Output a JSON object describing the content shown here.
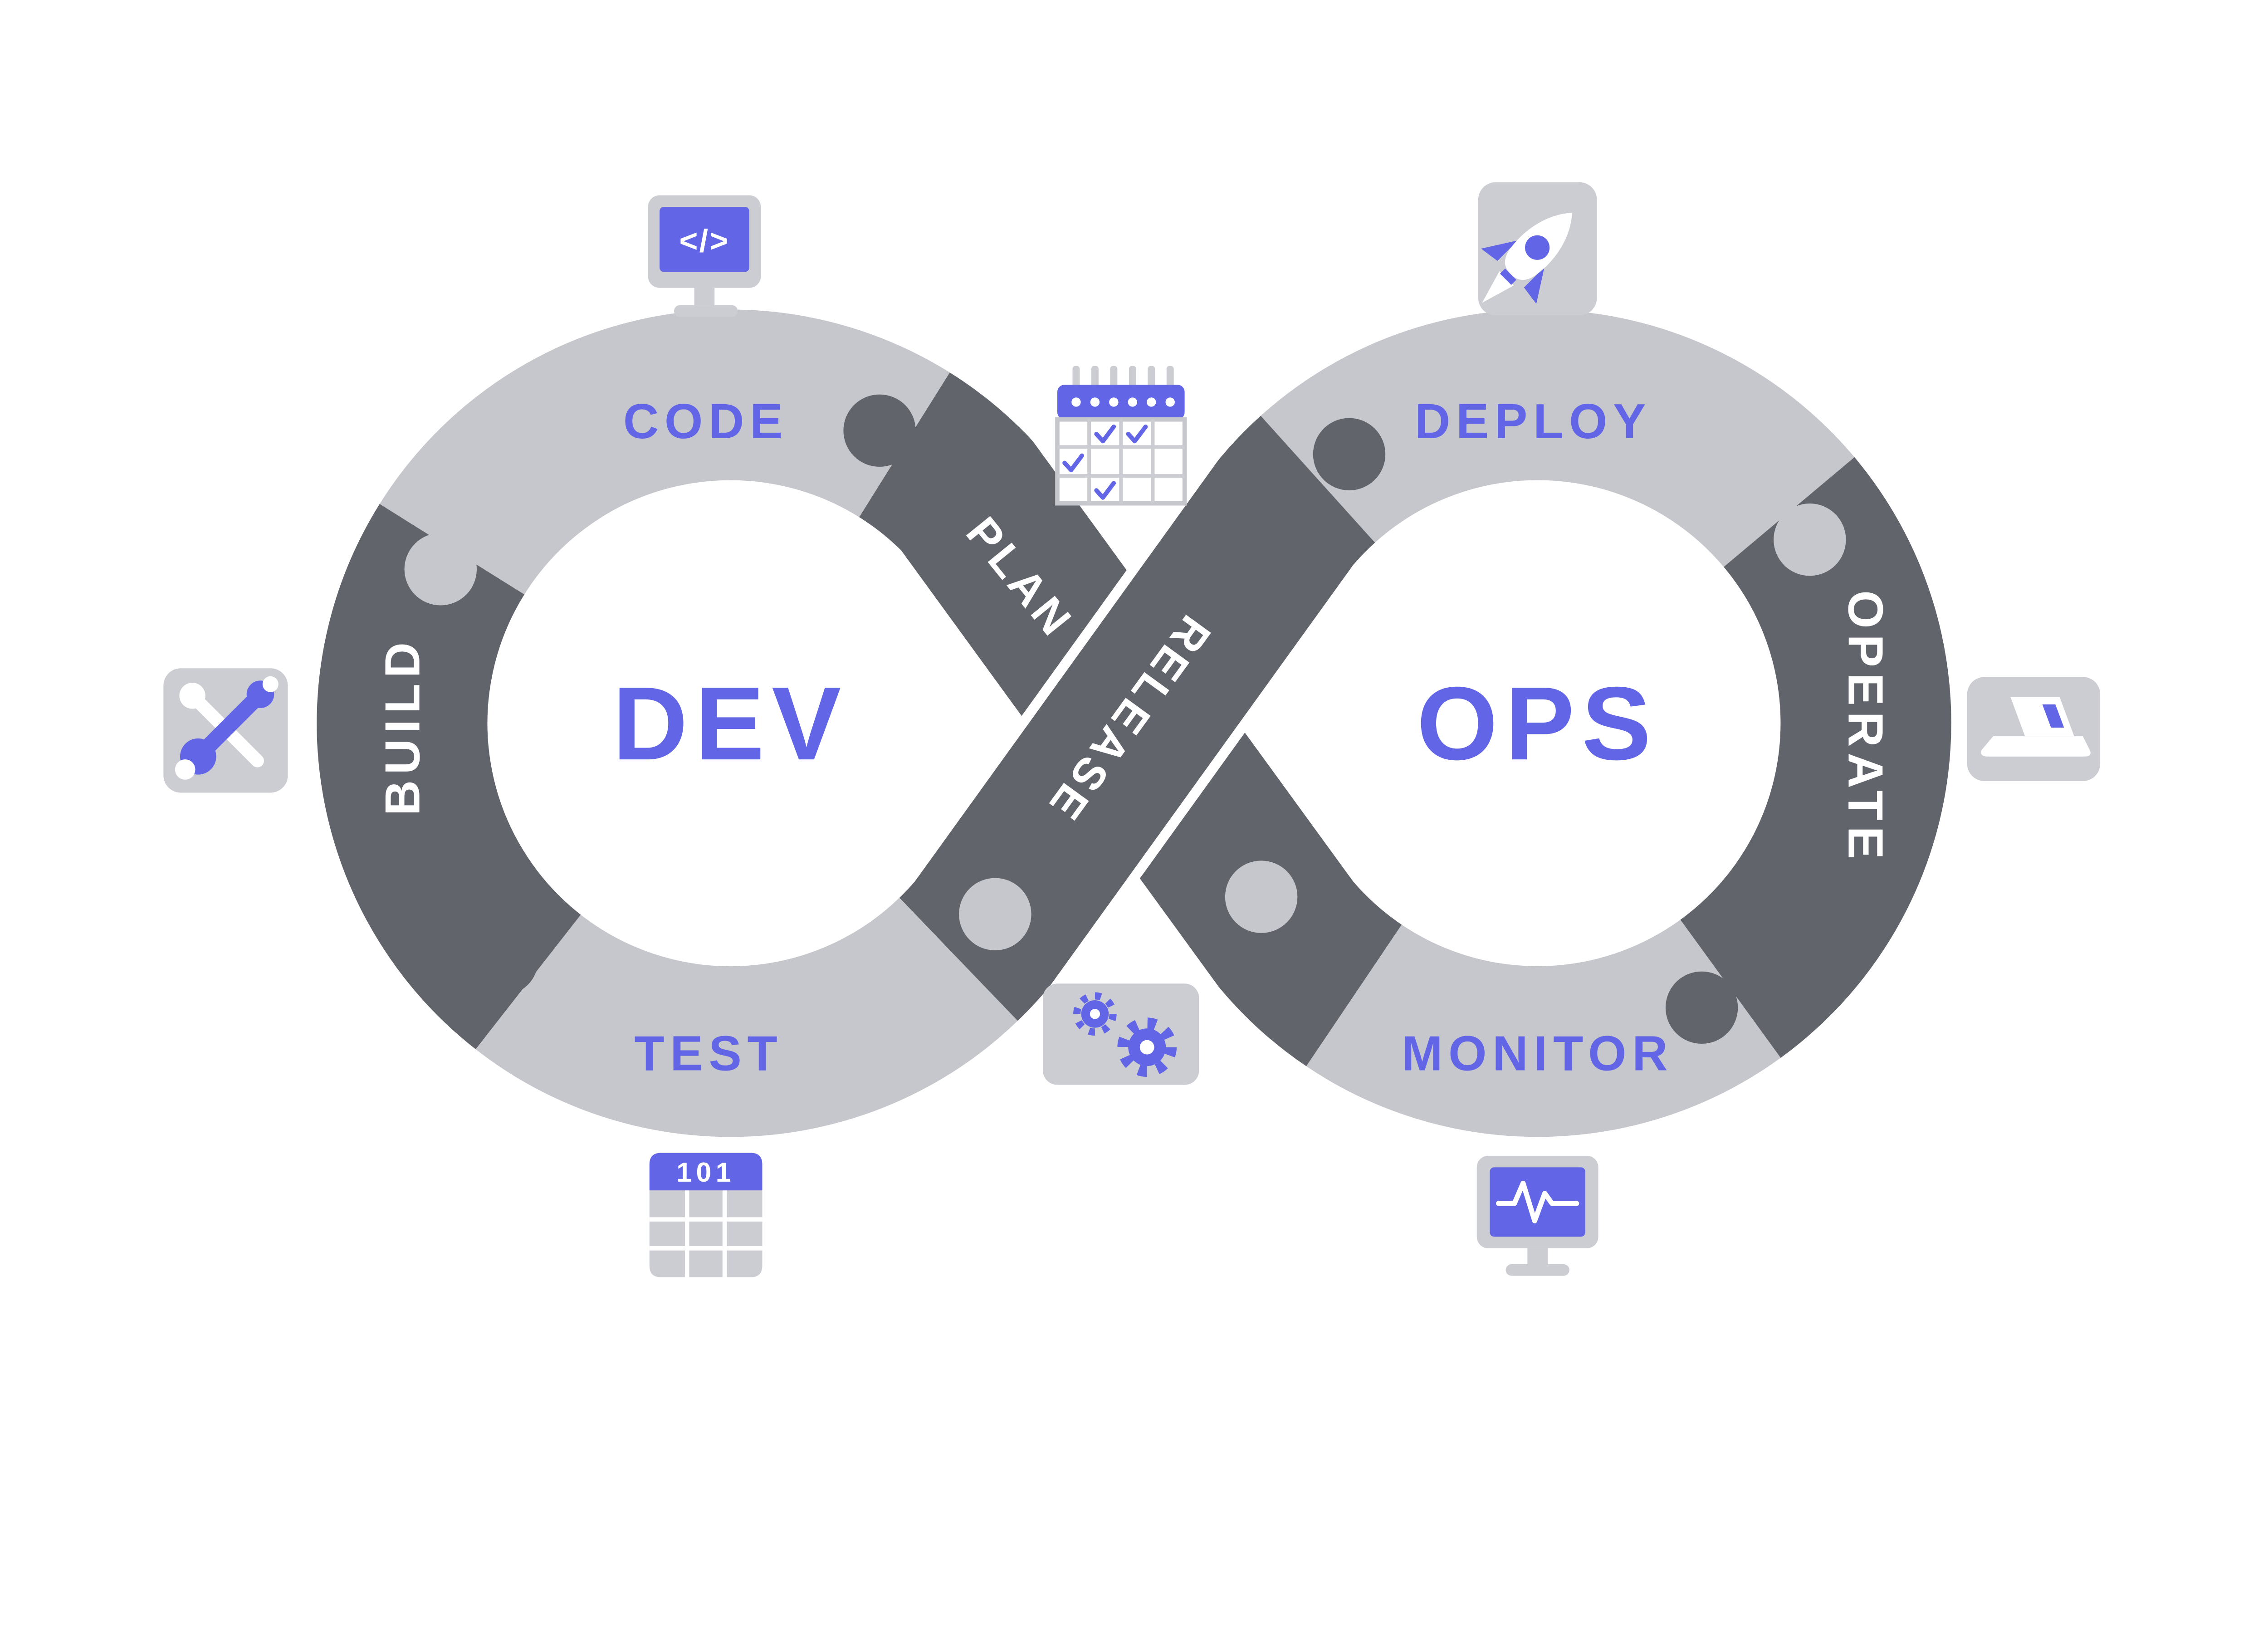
{
  "colors": {
    "purple": "#6165e6",
    "light_gray": "#c6c7cc",
    "dark_gray": "#62646c",
    "tile_gray": "#cbcdd2",
    "white": "#ffffff",
    "background": "#ffffff"
  },
  "loops": {
    "dev_label": "DEV",
    "ops_label": "OPS"
  },
  "stages": {
    "plan": "PLAN",
    "code": "CODE",
    "build": "BUILD",
    "test": "TEST",
    "release": "RELEASE",
    "deploy": "DEPLOY",
    "operate": "OPERATE",
    "monitor": "MONITOR"
  },
  "icons": {
    "code_monitor": {
      "name": "code-monitor-icon",
      "glyph": "</>"
    },
    "calendar": {
      "name": "calendar-icon"
    },
    "rocket": {
      "name": "rocket-icon"
    },
    "tools": {
      "name": "tools-icon"
    },
    "laptop": {
      "name": "laptop-icon"
    },
    "gears": {
      "name": "gears-icon"
    },
    "binary_table": {
      "name": "binary-table-icon",
      "glyph": "101"
    },
    "pulse_monitor": {
      "name": "pulse-monitor-icon"
    }
  }
}
